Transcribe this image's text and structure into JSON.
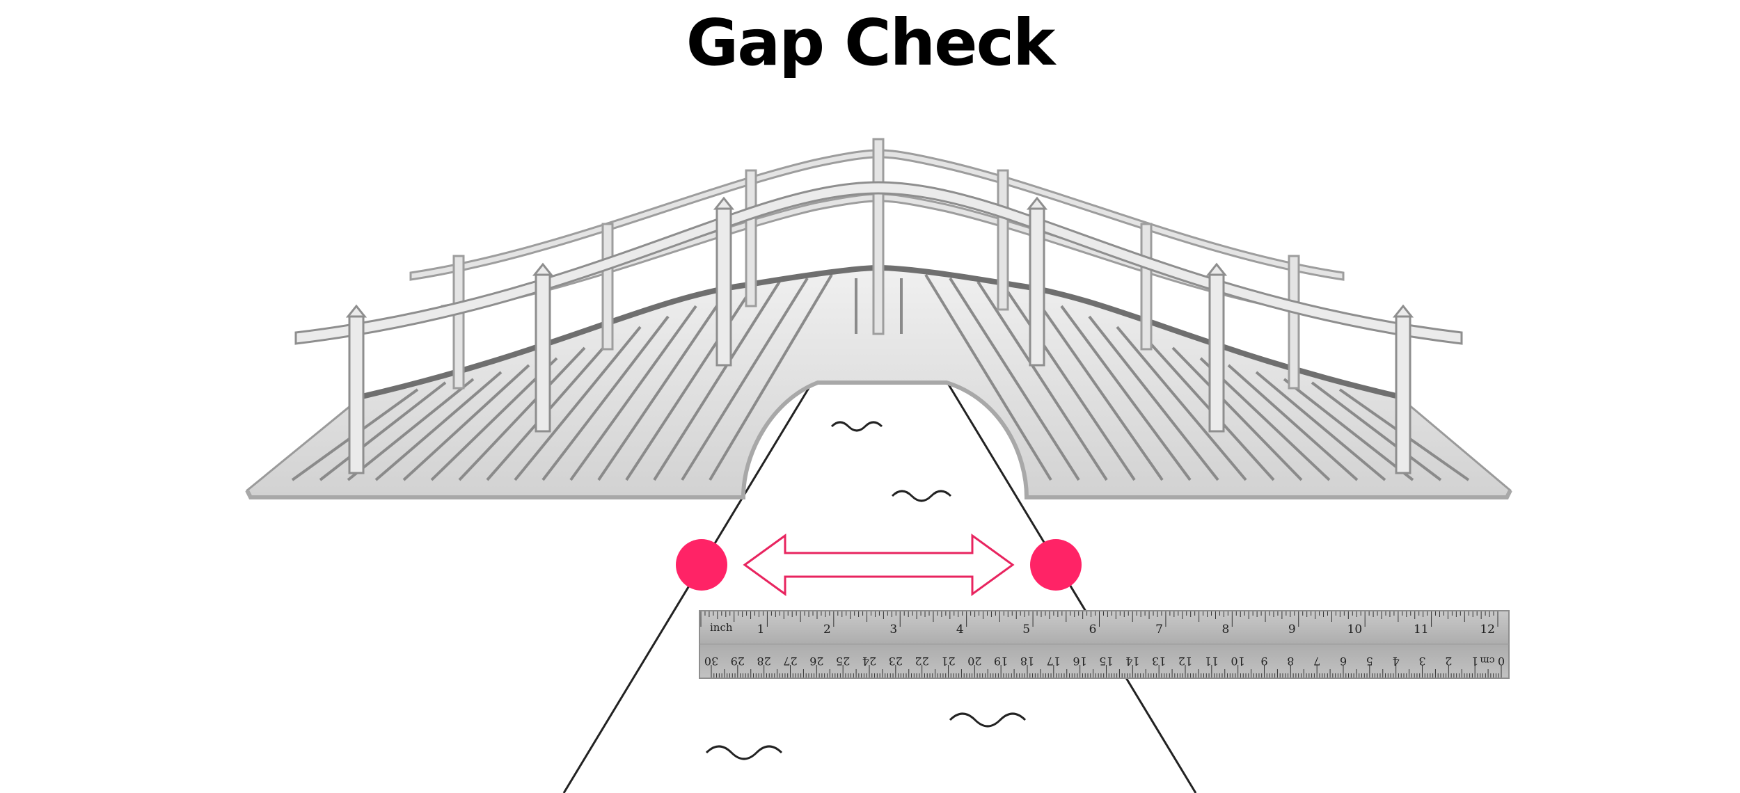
{
  "title": "Gap Check",
  "colors": {
    "marker": "#ff2366",
    "arrow_stroke": "#e8245f",
    "bridge_light": "#e6e6e6",
    "bridge_mid": "#bdbdbd",
    "bridge_dark": "#7d7d7d",
    "ruler_face": "#b5b5b5",
    "line": "#222222"
  },
  "ruler": {
    "inch_label": "inch",
    "cm_label": "cm",
    "inch_ticks": [
      "1",
      "2",
      "3",
      "4",
      "5",
      "6",
      "7",
      "8",
      "9",
      "10",
      "11",
      "12"
    ],
    "cm_ticks": [
      "0",
      "1",
      "2",
      "3",
      "4",
      "5",
      "6",
      "7",
      "8",
      "9",
      "10",
      "11",
      "12",
      "13",
      "14",
      "15",
      "16",
      "17",
      "18",
      "19",
      "20",
      "21",
      "22",
      "23",
      "24",
      "25",
      "26",
      "27",
      "28",
      "29",
      "30"
    ]
  },
  "icons": {
    "markers": "circle-marker-icon",
    "arrow": "double-arrow-icon",
    "waves": "wave-icon"
  }
}
